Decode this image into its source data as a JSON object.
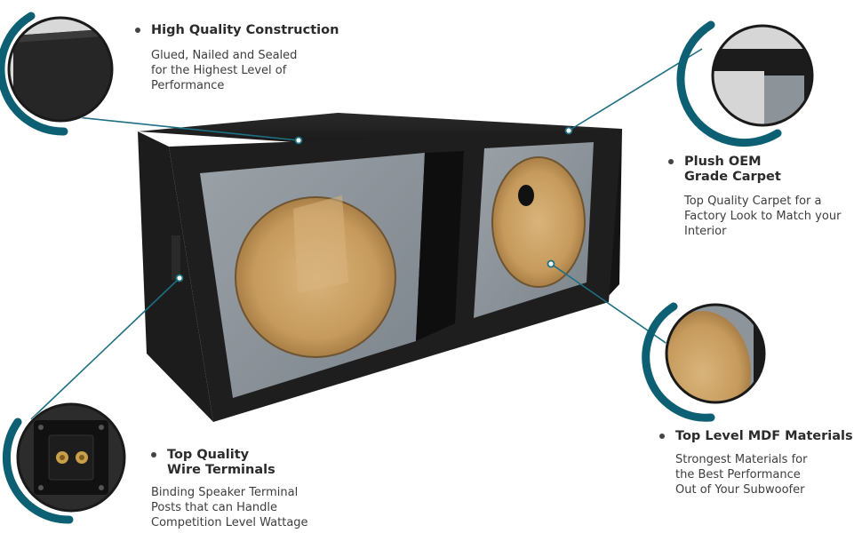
{
  "features": [
    {
      "title": [
        "High Quality Construction"
      ],
      "desc": [
        "Glued, Nailed and Sealed",
        "for the Highest Level of",
        "Performance"
      ]
    },
    {
      "title": [
        "Plush OEM",
        "Grade Carpet"
      ],
      "desc": [
        "Top Quality Carpet for a",
        "Factory Look to Match your",
        "Interior"
      ]
    },
    {
      "title": [
        "Top Level MDF Materials"
      ],
      "desc": [
        "Strongest Materials for",
        "the Best Performance",
        "Out of  Your Subwoofer"
      ]
    },
    {
      "title": [
        "Top Quality",
        "Wire Terminals"
      ],
      "desc": [
        "Binding Speaker Terminal",
        "Posts that can Handle",
        "Competition Level Wattage"
      ]
    }
  ],
  "colors": {
    "accent": "#0d5f73",
    "enclosure_carpet": "#1b1b1b",
    "baffle": "#8e959b",
    "mdf": "#c79a5d"
  }
}
